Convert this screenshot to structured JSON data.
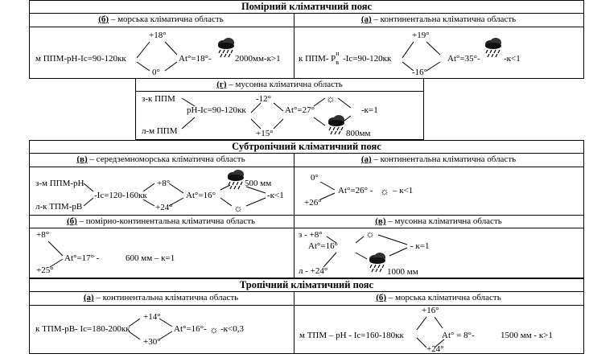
{
  "zone1": {
    "title": "Помірний кліматичний пояс",
    "b": {
      "key": "(б)",
      "label": " – морська кліматична область",
      "left": "м ППМ-рН-Іс=90-120кк",
      "top": "+18°",
      "bottom": "0°",
      "at": "Аt°=18°-",
      "right": "2000мм-к>1"
    },
    "a": {
      "key": "(а)",
      "label": " – континентальна кліматична область",
      "left_pre": "к ППМ- Р",
      "left_sup": "н",
      "left_sub": "в",
      "left_post": " -Іс=90-120кк",
      "top": "+19°",
      "bottom": "-16°",
      "at": "Аt°=35°-",
      "right": "-к<1"
    },
    "g": {
      "key": "(г)",
      "label": " – мусонна кліматична область",
      "left_top": "з-к ППМ",
      "left_mid": "рН-Іс=90-120кк",
      "left_bot": "л-м ППМ",
      "top": "-12°",
      "bottom": "+15°",
      "at": "Аt°=27°",
      "right": "-к=1",
      "precip": "800мм"
    }
  },
  "zone2": {
    "title": "Субтропічний кліматичний пояс",
    "v": {
      "key": "(в)",
      "label": " – середземноморська кліматична область",
      "left_top": "з-м ППМ-рН",
      "left_mid": "-Іс=120-160кк",
      "left_bot": "л-к ТПМ-рВ",
      "top": "+8°",
      "bottom": "+24°",
      "at": "Аt°=16°",
      "precip": "500 мм",
      "right": "-к<1"
    },
    "a": {
      "key": "(а)",
      "label": " – континентальна кліматична область",
      "top": "0°",
      "bottom": "+26°",
      "at": "Аt°=26° -",
      "right": "– к<1"
    },
    "b": {
      "key": "(б)",
      "label": " – помірно-континентальна кліматична область",
      "top": "+8°",
      "bottom": "+25°",
      "at": "Аt°=17° -",
      "right": "600 мм – к=1"
    },
    "v2": {
      "key": "(в)",
      "label": " – мусонна кліматична область",
      "top": "з - +8°",
      "bottom": "л - +24°",
      "at": "Аt°=16°",
      "right": "- к=1",
      "precip": "1000 мм"
    }
  },
  "zone3": {
    "title": "Тропічний кліматичний пояс",
    "a": {
      "key": "(а)",
      "label": " – континентальна кліматична область",
      "left": "к ТПМ-рВ- Іс=180-200кк",
      "top": "+14°",
      "bottom": "+30°",
      "at": "Аt°=16°-",
      "right": "-к<0,3"
    },
    "b": {
      "key": "(б)",
      "label": " – морська кліматична область",
      "left": "м ТПМ – рН - Іс=160-180кк",
      "top": "+16°",
      "bottom": "+24°",
      "at": "Аt° = 8°-",
      "right": "1500 мм - к>1"
    }
  },
  "icons": {
    "cloud": "rain-cloud-icon",
    "sun": "sun-icon"
  }
}
